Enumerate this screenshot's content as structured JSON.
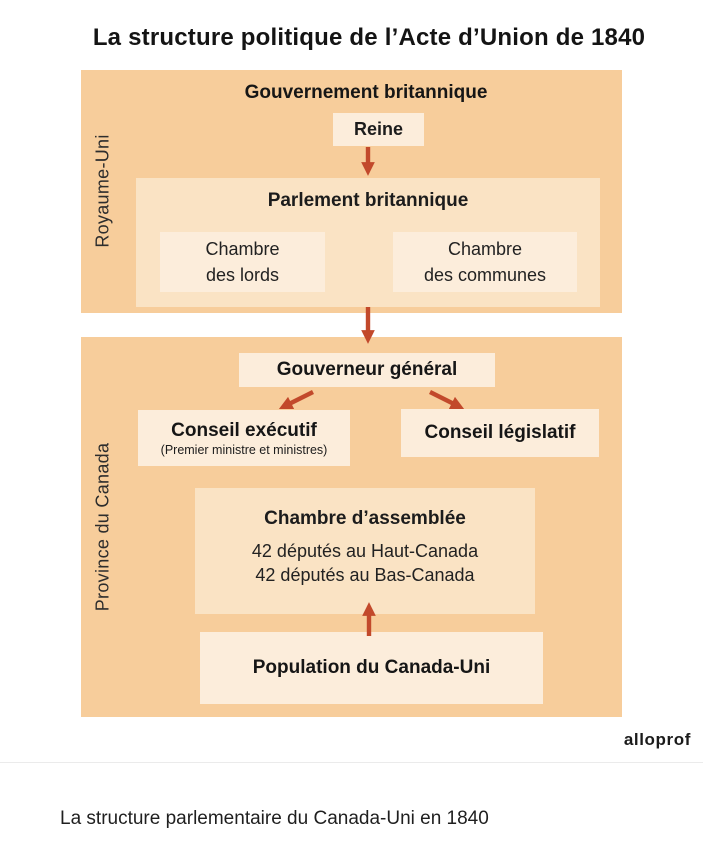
{
  "title": "La structure politique de l’Acte d’Union de 1840",
  "caption": "La structure parlementaire du Canada-Uni en 1840",
  "logo_text": "alloprof",
  "colors": {
    "panel_bg": "#f7cd9b",
    "wrapper_bg": "#fae3c4",
    "leaf_bg": "#fceddb",
    "arrow": "#c2492b",
    "text": "#1c1c1c"
  },
  "uk": {
    "side_label": "Royaume-Uni",
    "header": "Gouvernement britannique",
    "queen": "Reine",
    "parliament": {
      "title": "Parlement britannique",
      "lords_lines": [
        "Chambre",
        "des lords"
      ],
      "commons_lines": [
        "Chambre",
        "des communes"
      ]
    }
  },
  "canada": {
    "side_label": "Province du Canada",
    "governor": "Gouverneur général",
    "executive_council": {
      "title": "Conseil exécutif",
      "subtitle": "(Premier ministre et ministres)"
    },
    "legislative_council": "Conseil législatif",
    "assembly": {
      "title": "Chambre d’assemblée",
      "lines": [
        "42 députés au Haut-Canada",
        "42 députés au Bas-Canada"
      ]
    },
    "population": "Population du Canada-Uni"
  }
}
